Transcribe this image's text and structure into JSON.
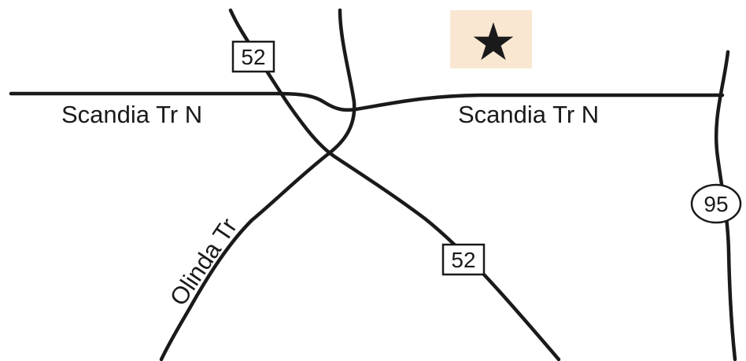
{
  "roads": {
    "scandia_west_label": "Scandia Tr N",
    "scandia_east_label": "Scandia Tr N",
    "olinda_label": "Olinda Tr"
  },
  "shields": {
    "hwy52_north": "52",
    "hwy52_south": "52",
    "hwy95": "95"
  },
  "marker": {
    "symbol": "★",
    "background_color": "#f9e7d2",
    "star_color": "#1a1a1a"
  },
  "colors": {
    "road": "#1a1a1a",
    "background": "#ffffff"
  }
}
